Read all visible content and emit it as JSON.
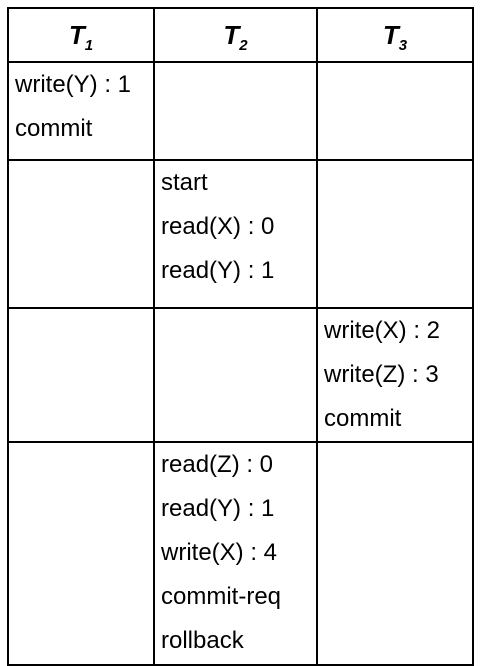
{
  "table": {
    "headers": [
      {
        "letter": "T",
        "sub": "1"
      },
      {
        "letter": "T",
        "sub": "2"
      },
      {
        "letter": "T",
        "sub": "3"
      }
    ],
    "rows": [
      {
        "t1": [
          "write(Y) : 1",
          "commit"
        ],
        "t2": [],
        "t3": []
      },
      {
        "t1": [],
        "t2": [
          "start",
          "read(X) : 0",
          "read(Y) : 1"
        ],
        "t3": []
      },
      {
        "t1": [],
        "t2": [],
        "t3": [
          "write(X) : 2",
          "write(Z) : 3",
          "commit"
        ]
      },
      {
        "t1": [],
        "t2": [
          "read(Z) : 0",
          "read(Y) : 1",
          "write(X) : 4",
          "commit-req",
          "rollback"
        ],
        "t3": []
      }
    ]
  }
}
